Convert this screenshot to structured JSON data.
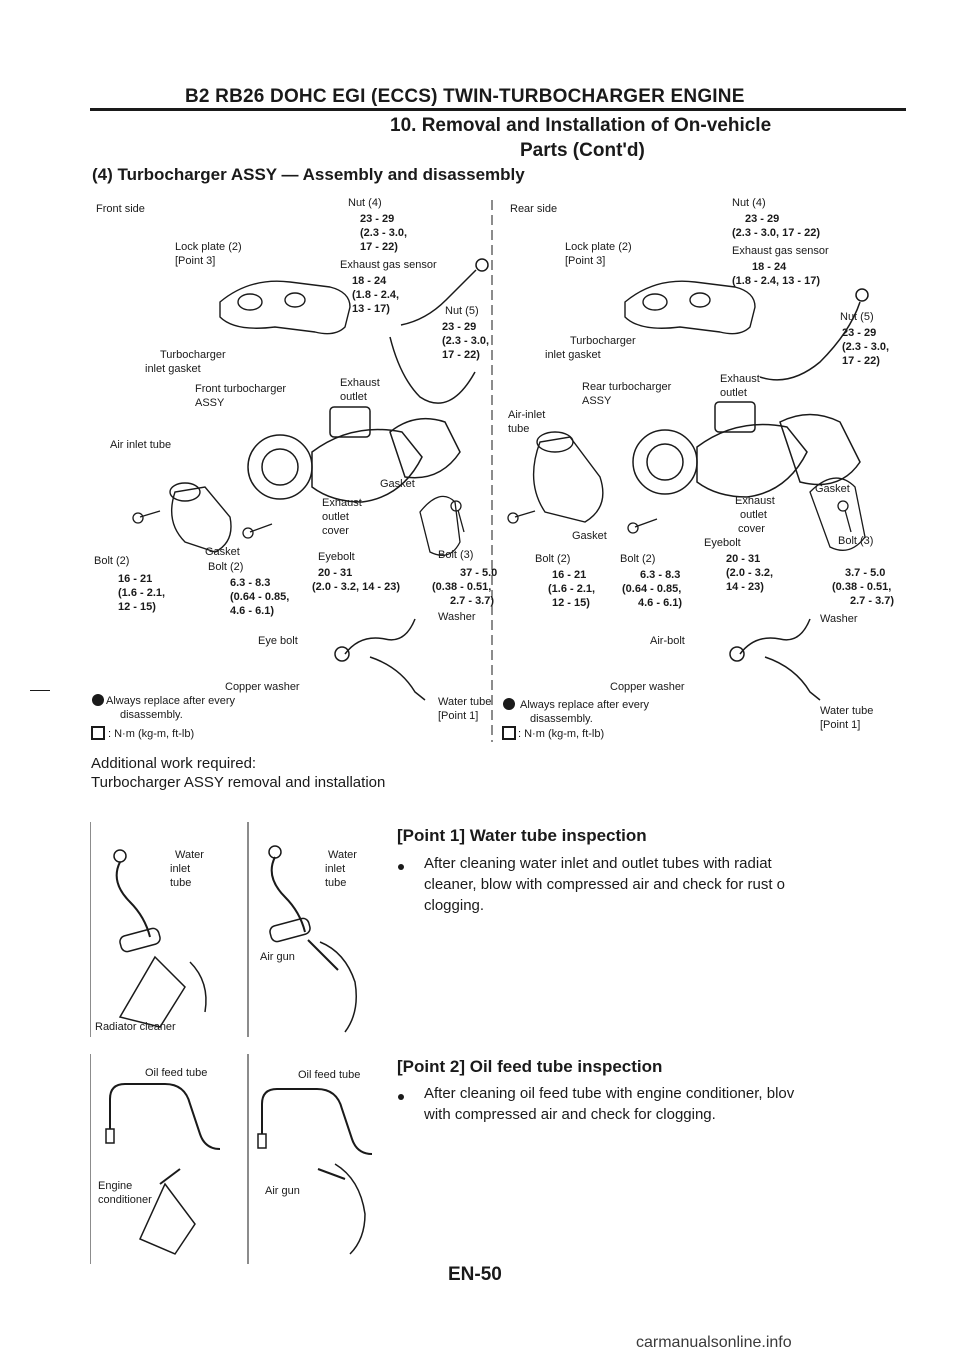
{
  "header": {
    "title": "B2 RB26 DOHC EGI (ECCS) TWIN-TURBOCHARGER ENGINE",
    "section_line1": "10. Removal and Installation of On-vehicle",
    "section_line2": "Parts (Cont'd)"
  },
  "subheading": "(4) Turbocharger ASSY — Assembly and disassembly",
  "diagram": {
    "front": {
      "side_label": "Front side",
      "nut4": "Nut (4)",
      "nut4_torque": [
        "23 - 29",
        "(2.3 - 3.0,",
        "17 - 22)"
      ],
      "lock_plate": [
        "Lock plate (2)",
        "[Point 3]"
      ],
      "exhaust_gas_sensor": "Exhaust gas sensor",
      "sensor_torque": [
        "18 - 24",
        "(1.8 - 2.4,",
        "13 - 17)"
      ],
      "nut5": "Nut (5)",
      "nut5_torque": [
        "23 - 29",
        "(2.3 - 3.0,",
        "17 - 22)"
      ],
      "turbo_gasket": [
        "Turbocharger",
        "inlet gasket"
      ],
      "turbo_assy": [
        "Front turbocharger",
        "ASSY"
      ],
      "exhaust_outlet": [
        "Exhaust",
        "outlet"
      ],
      "air_inlet_tube": "Air inlet tube",
      "gasket": "Gasket",
      "exhaust_outlet_cover": [
        "Exhaust",
        "outlet",
        "cover"
      ],
      "gasket2": "Gasket",
      "bolt2a": "Bolt (2)",
      "bolt2a_torque": [
        "16 - 21",
        "(1.6 - 2.1,",
        "12 - 15)"
      ],
      "bolt2b": "Bolt (2)",
      "bolt2b_torque": [
        "6.3 - 8.3",
        "(0.64 - 0.85,",
        "4.6 - 6.1)"
      ],
      "eyebolt": "Eyebolt",
      "eyebolt_torque": [
        "20 - 31",
        "(2.0 - 3.2, 14 - 23)"
      ],
      "bolt3": "Bolt (3)",
      "bolt3_torque": [
        "37 - 5.0",
        "(0.38 - 0.51,",
        "2.7 - 3.7)"
      ],
      "washer": "Washer",
      "eye_bolt": "Eye bolt",
      "copper_washer": "Copper washer",
      "water_tube": [
        "Water tube",
        "[Point 1]"
      ],
      "legend_replace": [
        "Always replace after every",
        "disassembly."
      ],
      "legend_torque": ": N·m (kg-m, ft-lb)"
    },
    "rear": {
      "side_label": "Rear side",
      "nut4": "Nut (4)",
      "nut4_torque": [
        "23 - 29",
        "(2.3 - 3.0, 17 - 22)"
      ],
      "lock_plate": [
        "Lock plate (2)",
        "[Point 3]"
      ],
      "exhaust_gas_sensor": "Exhaust gas sensor",
      "sensor_torque": [
        "18 - 24",
        "(1.8 - 2.4, 13 - 17)"
      ],
      "nut5": "Nut (5)",
      "nut5_torque": [
        "23 - 29",
        "(2.3 - 3.0,",
        "17 - 22)"
      ],
      "turbo_gasket": [
        "Turbocharger",
        "inlet gasket"
      ],
      "turbo_assy": [
        "Rear turbocharger",
        "ASSY"
      ],
      "exhaust_outlet": [
        "Exhaust",
        "outlet"
      ],
      "air_inlet_tube": [
        "Air-inlet",
        "tube"
      ],
      "gasket": "Gasket",
      "exhaust_outlet_cover": [
        "Exhaust",
        "outlet",
        "cover"
      ],
      "gasket2": "Gasket",
      "bolt2a": "Bolt (2)",
      "bolt2a_torque": [
        "16 - 21",
        "(1.6 - 2.1,",
        "12 - 15)"
      ],
      "bolt2b": "Bolt (2)",
      "bolt2b_torque": [
        "6.3 - 8.3",
        "(0.64 - 0.85,",
        "4.6 - 6.1)"
      ],
      "eyebolt": "Eyebolt",
      "eyebolt_torque": [
        "20 - 31",
        "(2.0 - 3.2,",
        "14 - 23)"
      ],
      "bolt3": "Bolt (3)",
      "bolt3_torque": [
        "3.7 - 5.0",
        "(0.38 - 0.51,",
        "2.7 - 3.7)"
      ],
      "washer": "Washer",
      "air_bolt": "Air-bolt",
      "copper_washer": "Copper washer",
      "water_tube": [
        "Water tube",
        "[Point 1]"
      ],
      "legend_replace": [
        "Always replace after every",
        "disassembly."
      ],
      "legend_torque": ": N·m (kg-m, ft-lb)"
    }
  },
  "additional": {
    "line1": "Additional work required:",
    "line2": "Turbocharger ASSY removal and installation"
  },
  "point1": {
    "fig_left": [
      "Water",
      "inlet",
      "tube"
    ],
    "fig_right": [
      "Water",
      "inlet",
      "tube"
    ],
    "fig_air_gun": "Air gun",
    "fig_cleaner": "Radiator cleaner",
    "title": "[Point 1] Water tube inspection",
    "line1": "After cleaning water inlet and outlet tubes with radiat",
    "line2": "cleaner, blow with compressed air and check for rust o",
    "line3": "clogging."
  },
  "point2": {
    "fig_left": "Oil feed tube",
    "fig_right": "Oil feed tube",
    "fig_conditioner": [
      "Engine",
      "conditioner"
    ],
    "fig_air_gun": "Air gun",
    "title": "[Point 2] Oil feed tube inspection",
    "line1": "After cleaning oil feed tube with engine conditioner, blov",
    "line2": "with compressed air and check for clogging."
  },
  "page_number": "EN-50",
  "watermark": "carmanualsonline.info"
}
